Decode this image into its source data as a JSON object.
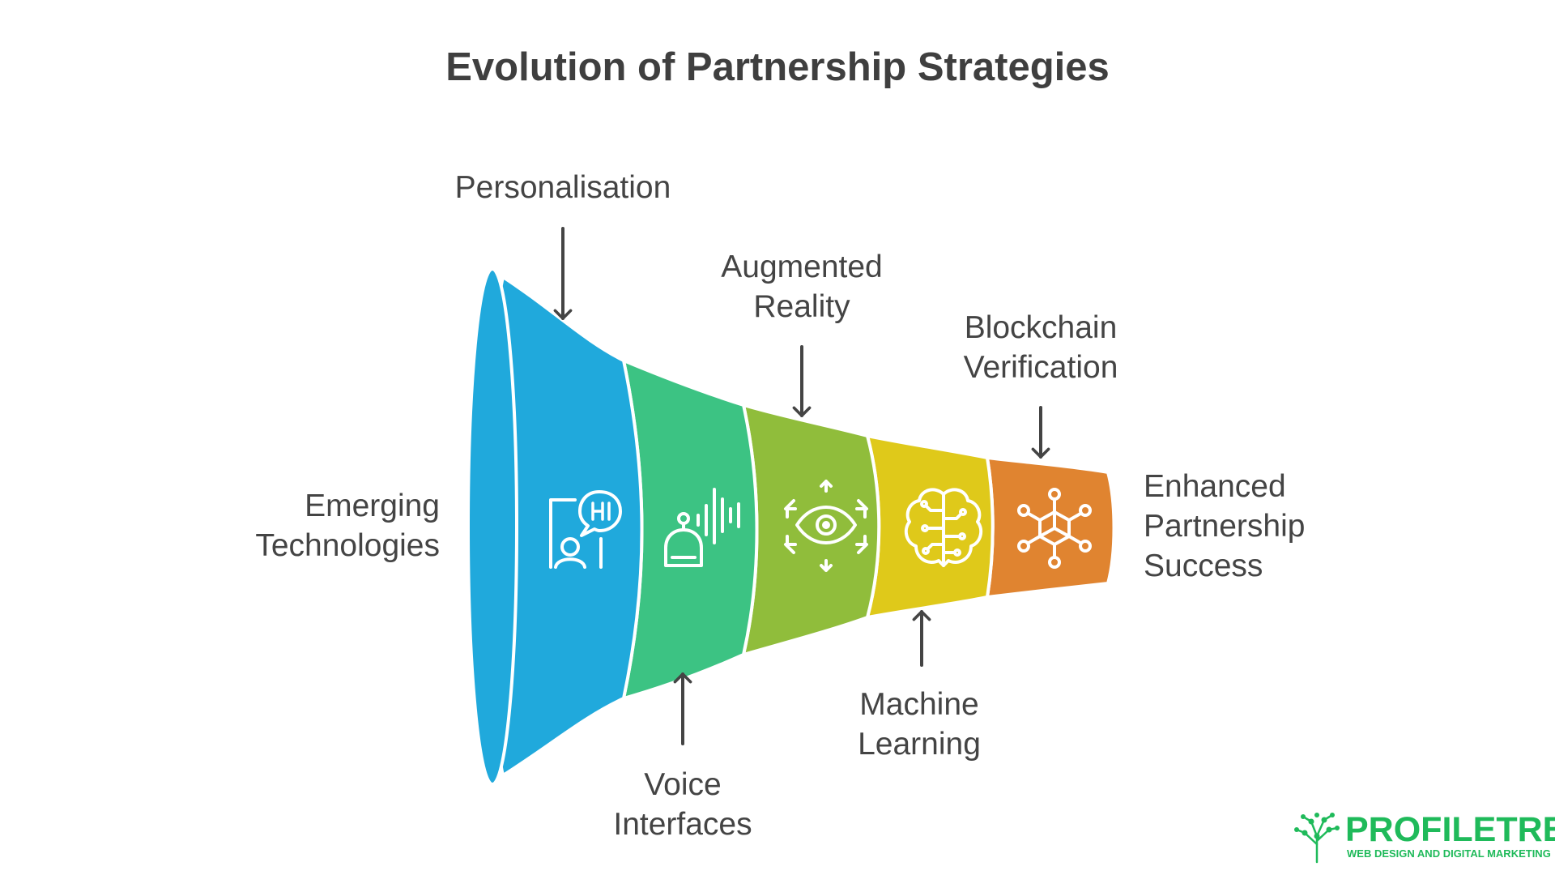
{
  "title": "Evolution of Partnership Strategies",
  "start_label": [
    "Emerging",
    "Technologies"
  ],
  "end_label": [
    "Enhanced",
    "Partnership",
    "Success"
  ],
  "stages": [
    {
      "name": "Personalisation",
      "lines": [
        "Personalisation"
      ],
      "color": "#20a9dc",
      "icon": "personalisation-chat-icon",
      "arrow": "top"
    },
    {
      "name": "Voice Interfaces",
      "lines": [
        "Voice",
        "Interfaces"
      ],
      "color": "#3cc383",
      "icon": "voice-assistant-icon",
      "arrow": "bottom"
    },
    {
      "name": "Augmented Reality",
      "lines": [
        "Augmented",
        "Reality"
      ],
      "color": "#90bd3b",
      "icon": "ar-eye-icon",
      "arrow": "top"
    },
    {
      "name": "Machine Learning",
      "lines": [
        "Machine",
        "Learning"
      ],
      "color": "#dfc91a",
      "icon": "brain-circuit-icon",
      "arrow": "bottom"
    },
    {
      "name": "Blockchain Verification",
      "lines": [
        "Blockchain",
        "Verification"
      ],
      "color": "#e08430",
      "icon": "blockchain-network-icon",
      "arrow": "top"
    }
  ],
  "logo": {
    "name": "PROFILETREE",
    "tagline": "WEB DESIGN AND DIGITAL MARKETING",
    "color": "#1fba5a"
  }
}
